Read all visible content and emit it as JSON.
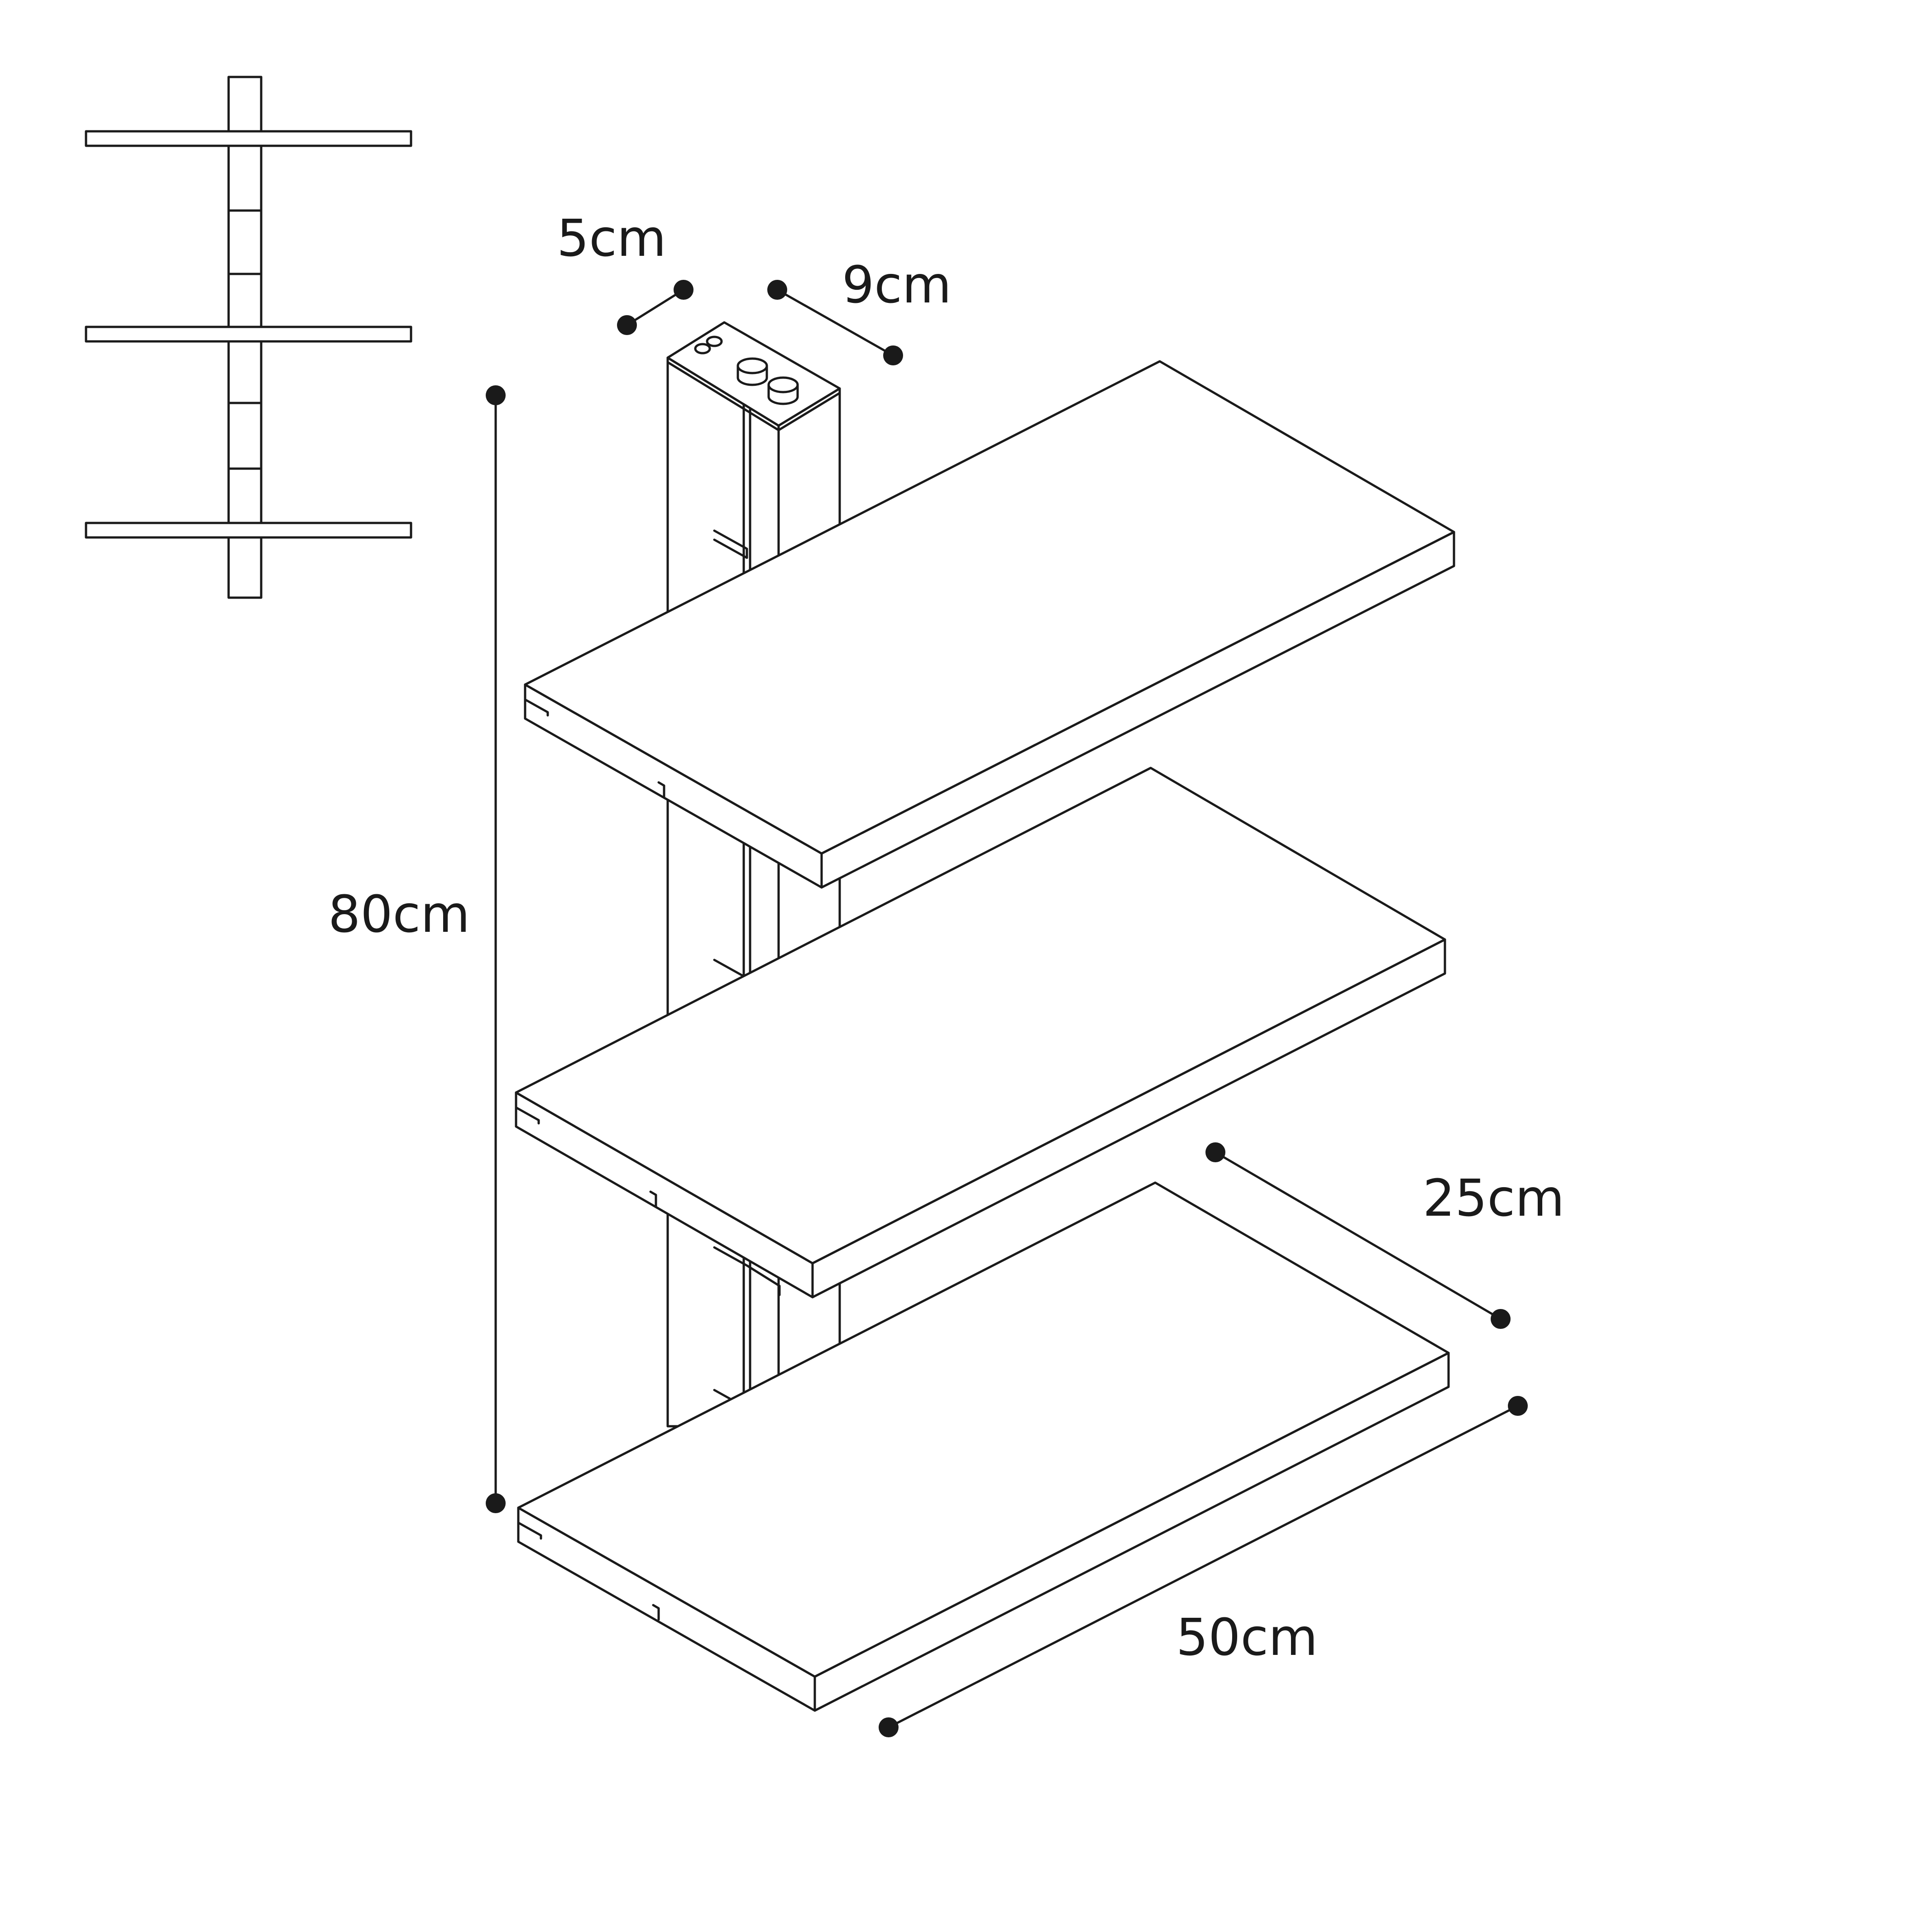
{
  "colors": {
    "line": "#1a1a1a",
    "background": "#ffffff"
  },
  "dimensions": {
    "post_depth": "5cm",
    "post_width": "9cm",
    "total_height": "80cm",
    "shelf_depth": "25cm",
    "shelf_width": "50cm"
  },
  "icons": {
    "front_view": "front-elevation-shelf-icon",
    "bolts": "hex-bolt-icon"
  }
}
